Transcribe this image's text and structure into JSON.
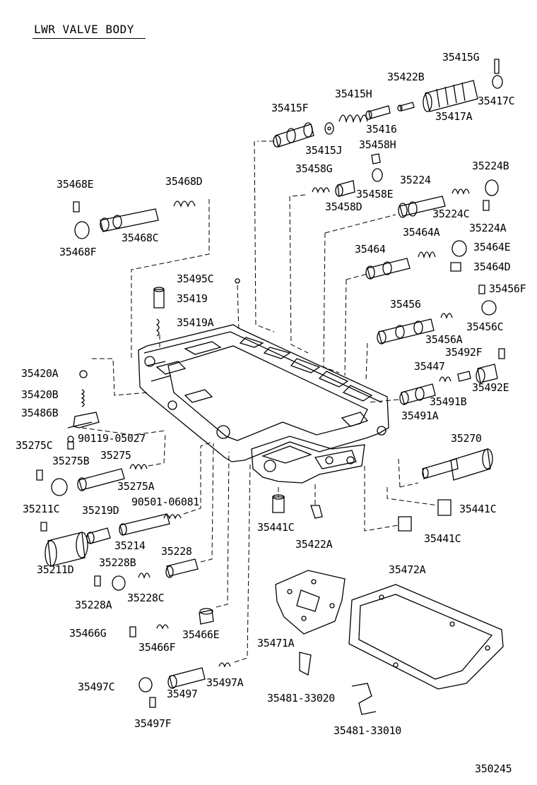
{
  "title": "LWR VALVE BODY",
  "figure_number": "350245",
  "part_numbers": {
    "p35415G": "35415G",
    "p35422B": "35422B",
    "p35415H": "35415H",
    "p35417C": "35417C",
    "p35415F": "35415F",
    "p35417A": "35417A",
    "p35416": "35416",
    "p35415J": "35415J",
    "p35458H": "35458H",
    "p35458G": "35458G",
    "p35224": "35224",
    "p35224B": "35224B",
    "p35458E": "35458E",
    "p35468E": "35468E",
    "p35468D": "35468D",
    "p35458D": "35458D",
    "p35224C": "35224C",
    "p35224A": "35224A",
    "p35468C": "35468C",
    "p35468F": "35468F",
    "p35464A": "35464A",
    "p35464": "35464",
    "p35464E": "35464E",
    "p35464D": "35464D",
    "p35495C": "35495C",
    "p35419": "35419",
    "p35456F": "35456F",
    "p35456": "35456",
    "p35419A": "35419A",
    "p35456C": "35456C",
    "p35456A": "35456A",
    "p35492F": "35492F",
    "p35420A": "35420A",
    "p35447": "35447",
    "p35420B": "35420B",
    "p35492E": "35492E",
    "p35491B": "35491B",
    "p35486B": "35486B",
    "p35491A": "35491A",
    "p90119_05027": "90119-05027",
    "p35270": "35270",
    "p35275C": "35275C",
    "p35275": "35275",
    "p35275B": "35275B",
    "p35275A": "35275A",
    "p90501_06081": "90501-06081",
    "p35211C": "35211C",
    "p35219D": "35219D",
    "p35441C_1": "35441C",
    "p35441C_2": "35441C",
    "p35422A": "35422A",
    "p35214": "35214",
    "p35441C_3": "35441C",
    "p35228": "35228",
    "p35211D": "35211D",
    "p35228B": "35228B",
    "p35472A": "35472A",
    "p35228A": "35228A",
    "p35228C": "35228C",
    "p35466G": "35466G",
    "p35466E": "35466E",
    "p35466F": "35466F",
    "p35471A": "35471A",
    "p35497C": "35497C",
    "p35497": "35497",
    "p35497A": "35497A",
    "p35481_33020": "35481-33020",
    "p35497F": "35497F",
    "p35481_33010": "35481-33010"
  }
}
